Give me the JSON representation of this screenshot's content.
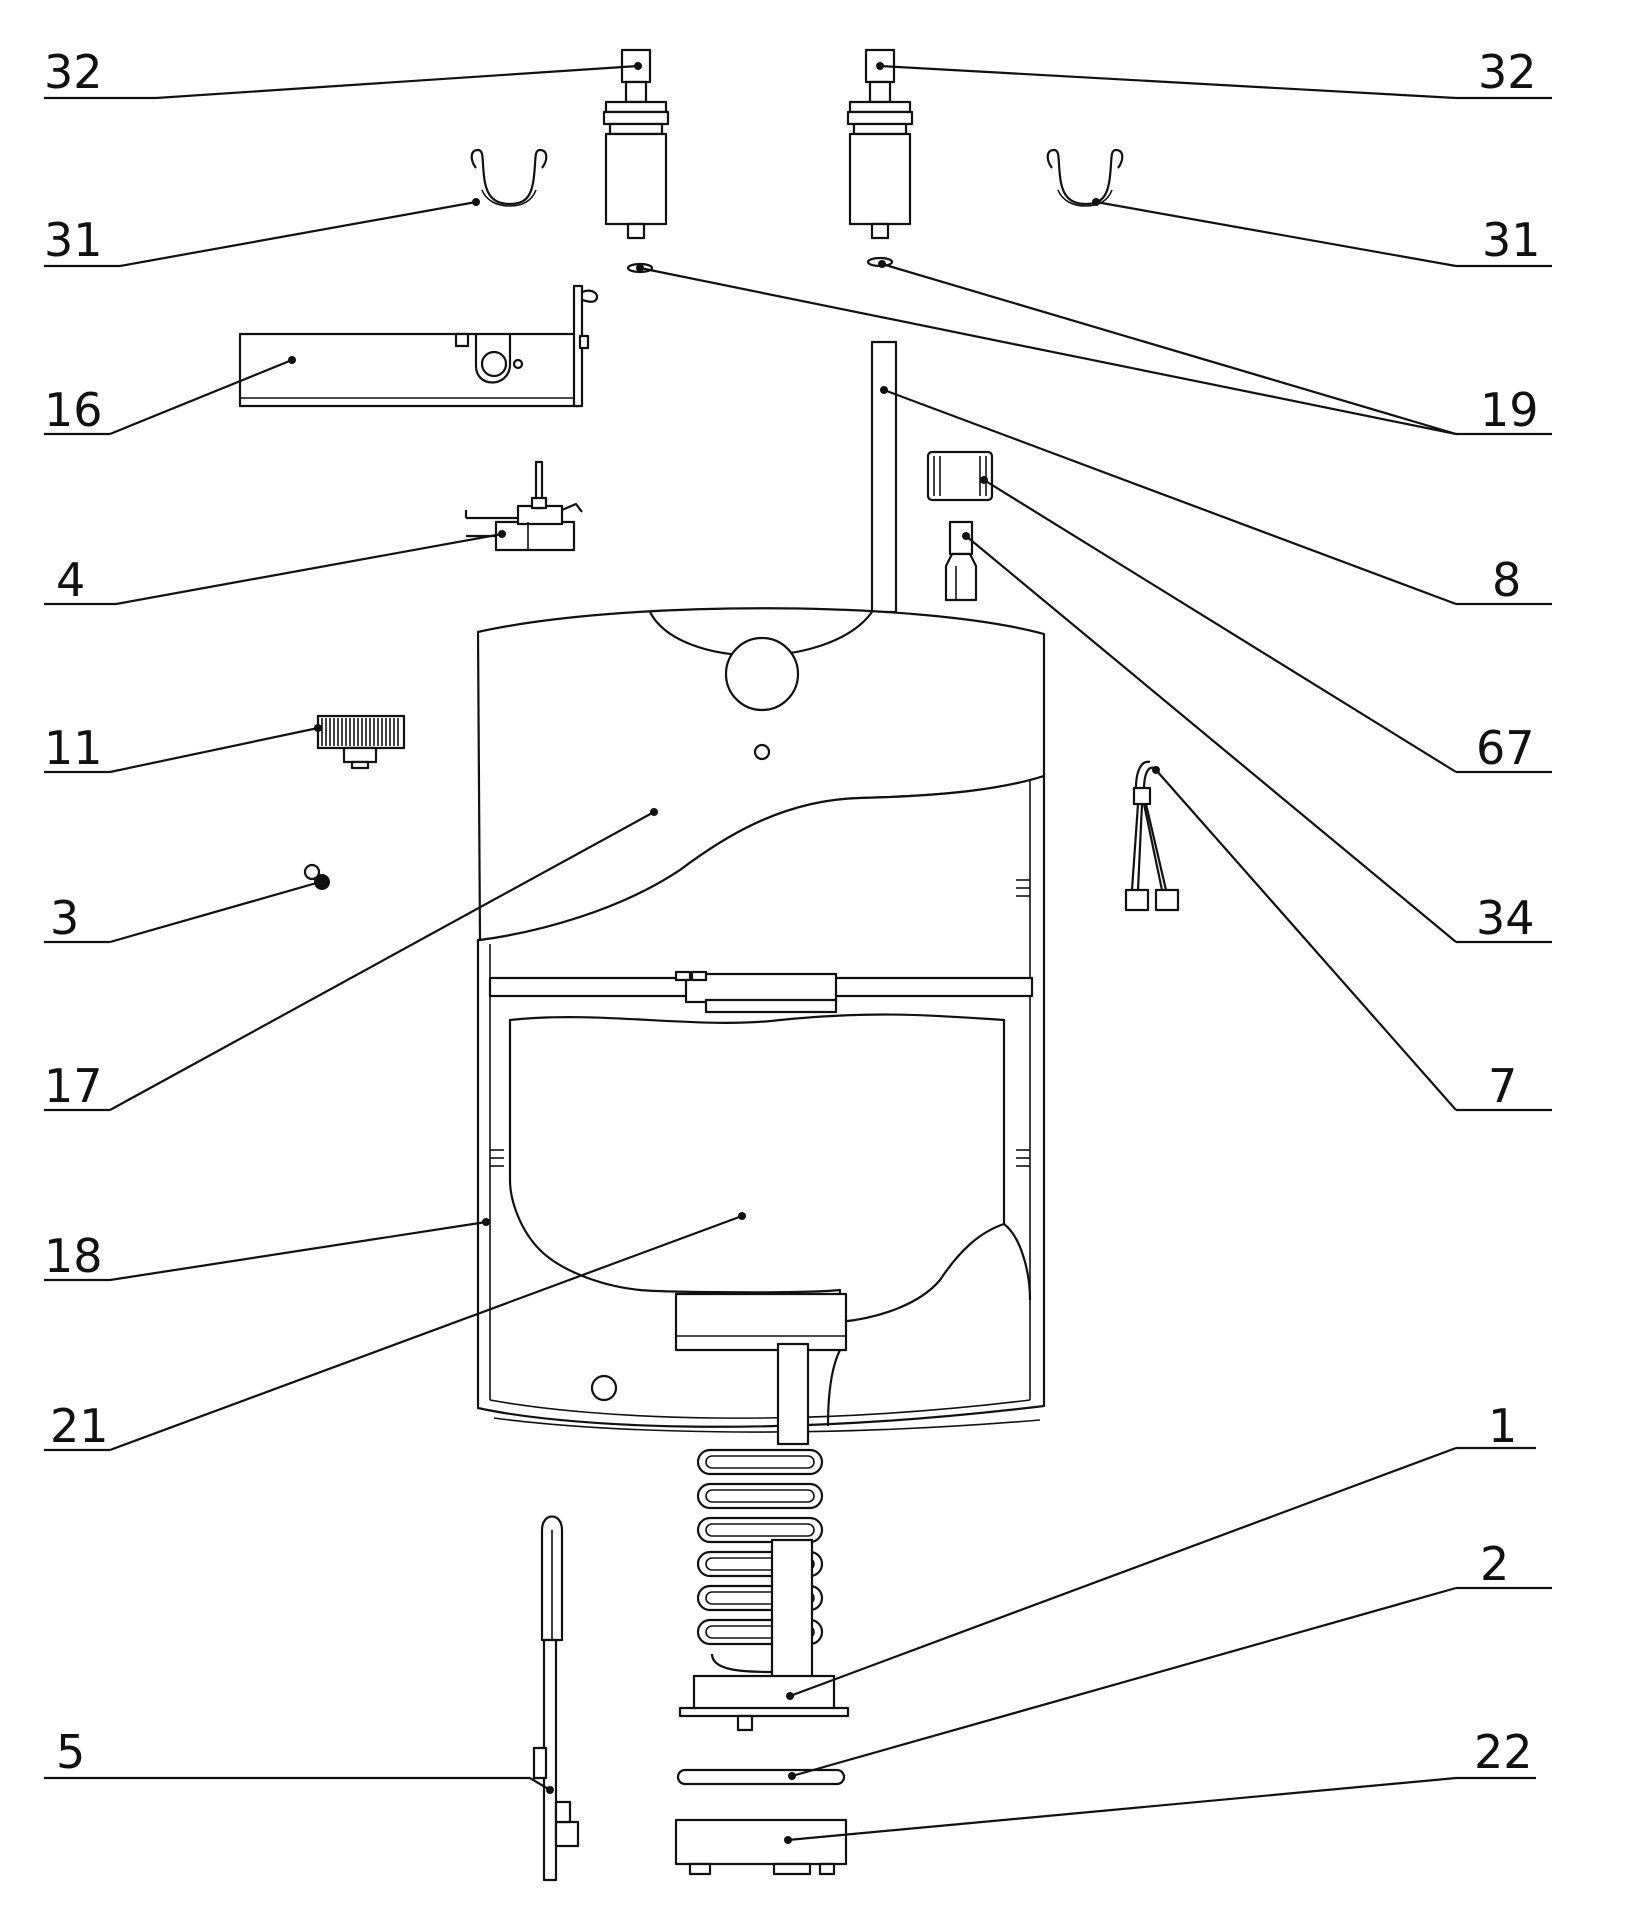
{
  "callouts": [
    {
      "id": "L32a",
      "label": "32"
    },
    {
      "id": "R32b",
      "label": "32"
    },
    {
      "id": "L31a",
      "label": "31"
    },
    {
      "id": "R31b",
      "label": "31"
    },
    {
      "id": "L16",
      "label": "16"
    },
    {
      "id": "R19",
      "label": "19"
    },
    {
      "id": "L4",
      "label": "4"
    },
    {
      "id": "R8",
      "label": "8"
    },
    {
      "id": "L11",
      "label": "11"
    },
    {
      "id": "R67",
      "label": "67"
    },
    {
      "id": "L3",
      "label": "3"
    },
    {
      "id": "R34",
      "label": "34"
    },
    {
      "id": "L17",
      "label": "17"
    },
    {
      "id": "R7",
      "label": "7"
    },
    {
      "id": "L18",
      "label": "18"
    },
    {
      "id": "L21",
      "label": "21"
    },
    {
      "id": "R1",
      "label": "1"
    },
    {
      "id": "R2",
      "label": "2"
    },
    {
      "id": "L5",
      "label": "5"
    },
    {
      "id": "R22",
      "label": "22"
    }
  ]
}
